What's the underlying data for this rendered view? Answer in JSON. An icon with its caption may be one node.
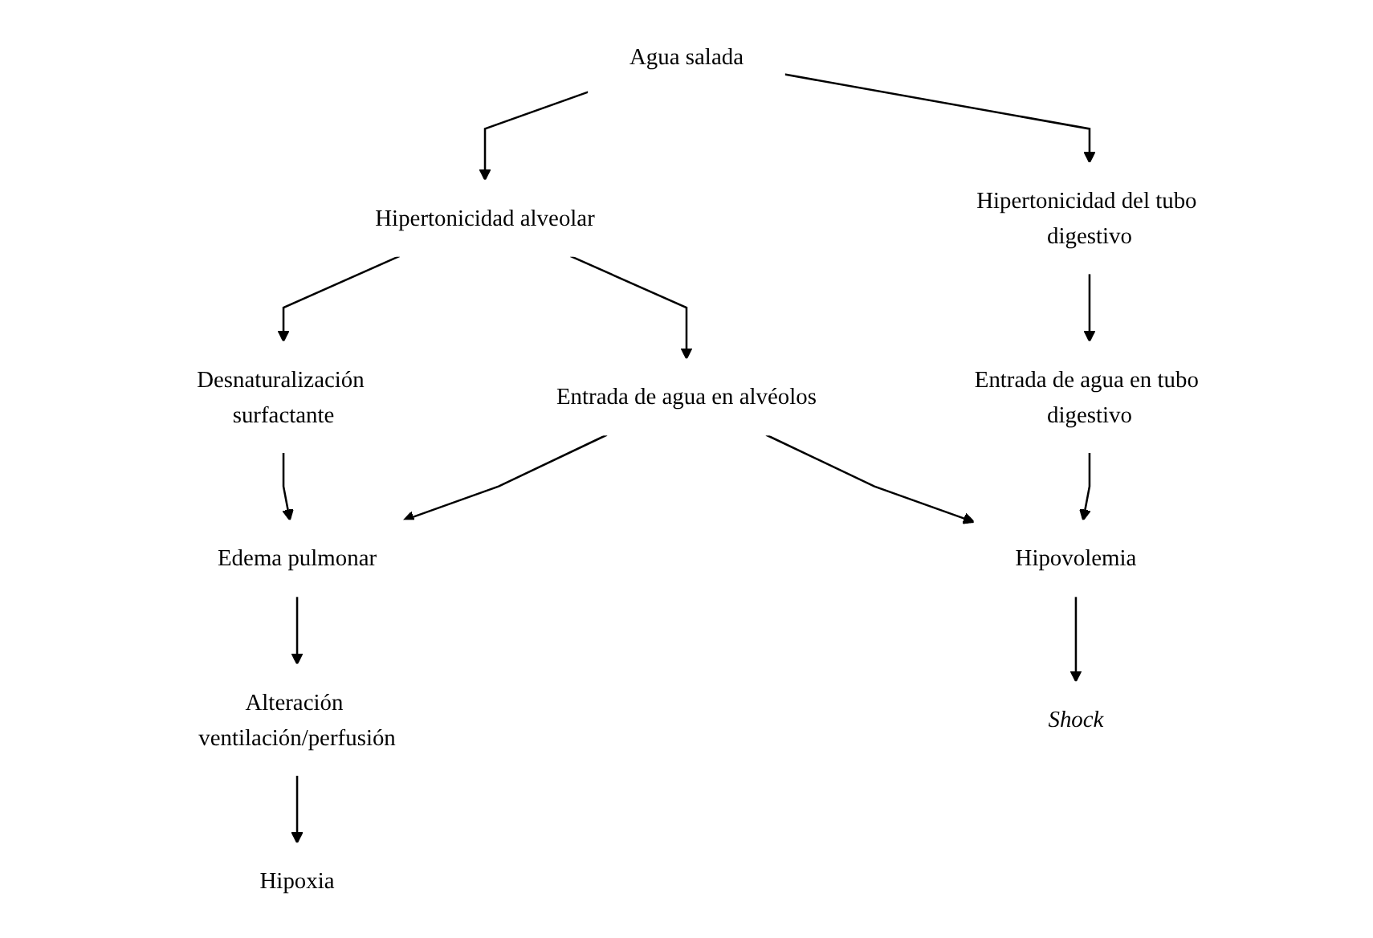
{
  "diagram": {
    "nodes": [
      {
        "text": [
          "Agua salada"
        ]
      },
      {
        "text": [
          "Hipertonicidad alveolar"
        ]
      },
      {
        "text": [
          "Hipertonicidad del tubo digestivo"
        ]
      },
      {
        "text": [
          "Desnaturalización surfactante"
        ]
      },
      {
        "text": [
          "Entrada de agua en alvéolos"
        ]
      },
      {
        "text": [
          "Entrada de agua en tubo digestivo"
        ]
      },
      {
        "text": [
          "Edema pulmonar"
        ]
      },
      {
        "text": [
          "Hipovolemia"
        ]
      },
      {
        "text": [
          "Alteración ventilación/perfusión"
        ]
      },
      {
        "text": [
          "Hipoxia"
        ]
      },
      {
        "text": [
          "Shock"
        ]
      }
    ],
    "edges": [
      {
        "from": 0,
        "to": 1,
        "arrow": "to"
      },
      {
        "from": 0,
        "to": 2,
        "arrow": "to"
      },
      {
        "from": 1,
        "to": 3,
        "arrow": "to"
      },
      {
        "from": 1,
        "to": 4,
        "arrow": "to"
      },
      {
        "from": 2,
        "to": 5,
        "arrow": "to"
      },
      {
        "from": 3,
        "to": 6,
        "arrow": "to"
      },
      {
        "from": 4,
        "to": 6,
        "arrow": "to"
      },
      {
        "from": 4,
        "to": 7,
        "arrow": "to"
      },
      {
        "from": 5,
        "to": 7,
        "arrow": "to"
      },
      {
        "from": 6,
        "to": 8,
        "arrow": "to"
      },
      {
        "from": 8,
        "to": 9,
        "arrow": "to"
      },
      {
        "from": 7,
        "to": 10,
        "arrow": "to"
      }
    ]
  }
}
